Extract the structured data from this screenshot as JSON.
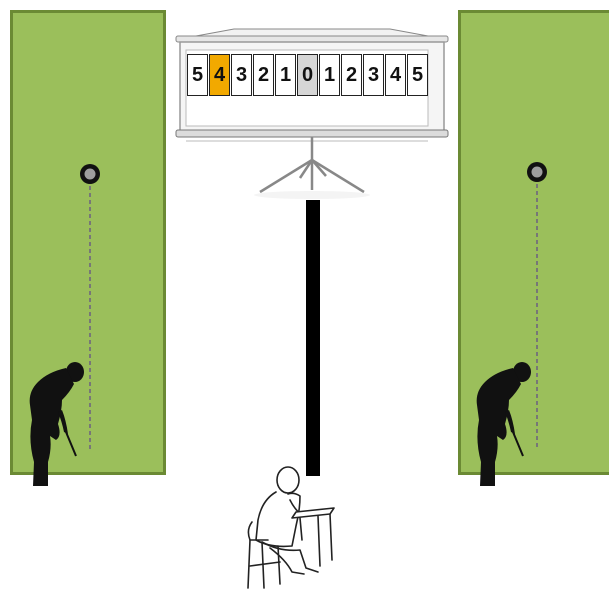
{
  "scale": {
    "labels": [
      "5",
      "4",
      "3",
      "2",
      "1",
      "0",
      "1",
      "2",
      "3",
      "4",
      "5"
    ],
    "highlighted_index": 1,
    "center_index": 5,
    "highlight_color": "#f2a900",
    "center_color": "#d6d6d6"
  },
  "colors": {
    "green_fill": "#9bbf5b",
    "green_border": "#6b8a34",
    "silhouette": "#111111",
    "screen_frame": "#e9e9e9"
  },
  "icons": {
    "left_golfer": "golfer-silhouette",
    "right_golfer": "golfer-silhouette",
    "left_hole": "golf-hole",
    "right_hole": "golf-hole",
    "observer": "seated-person-at-desk"
  }
}
